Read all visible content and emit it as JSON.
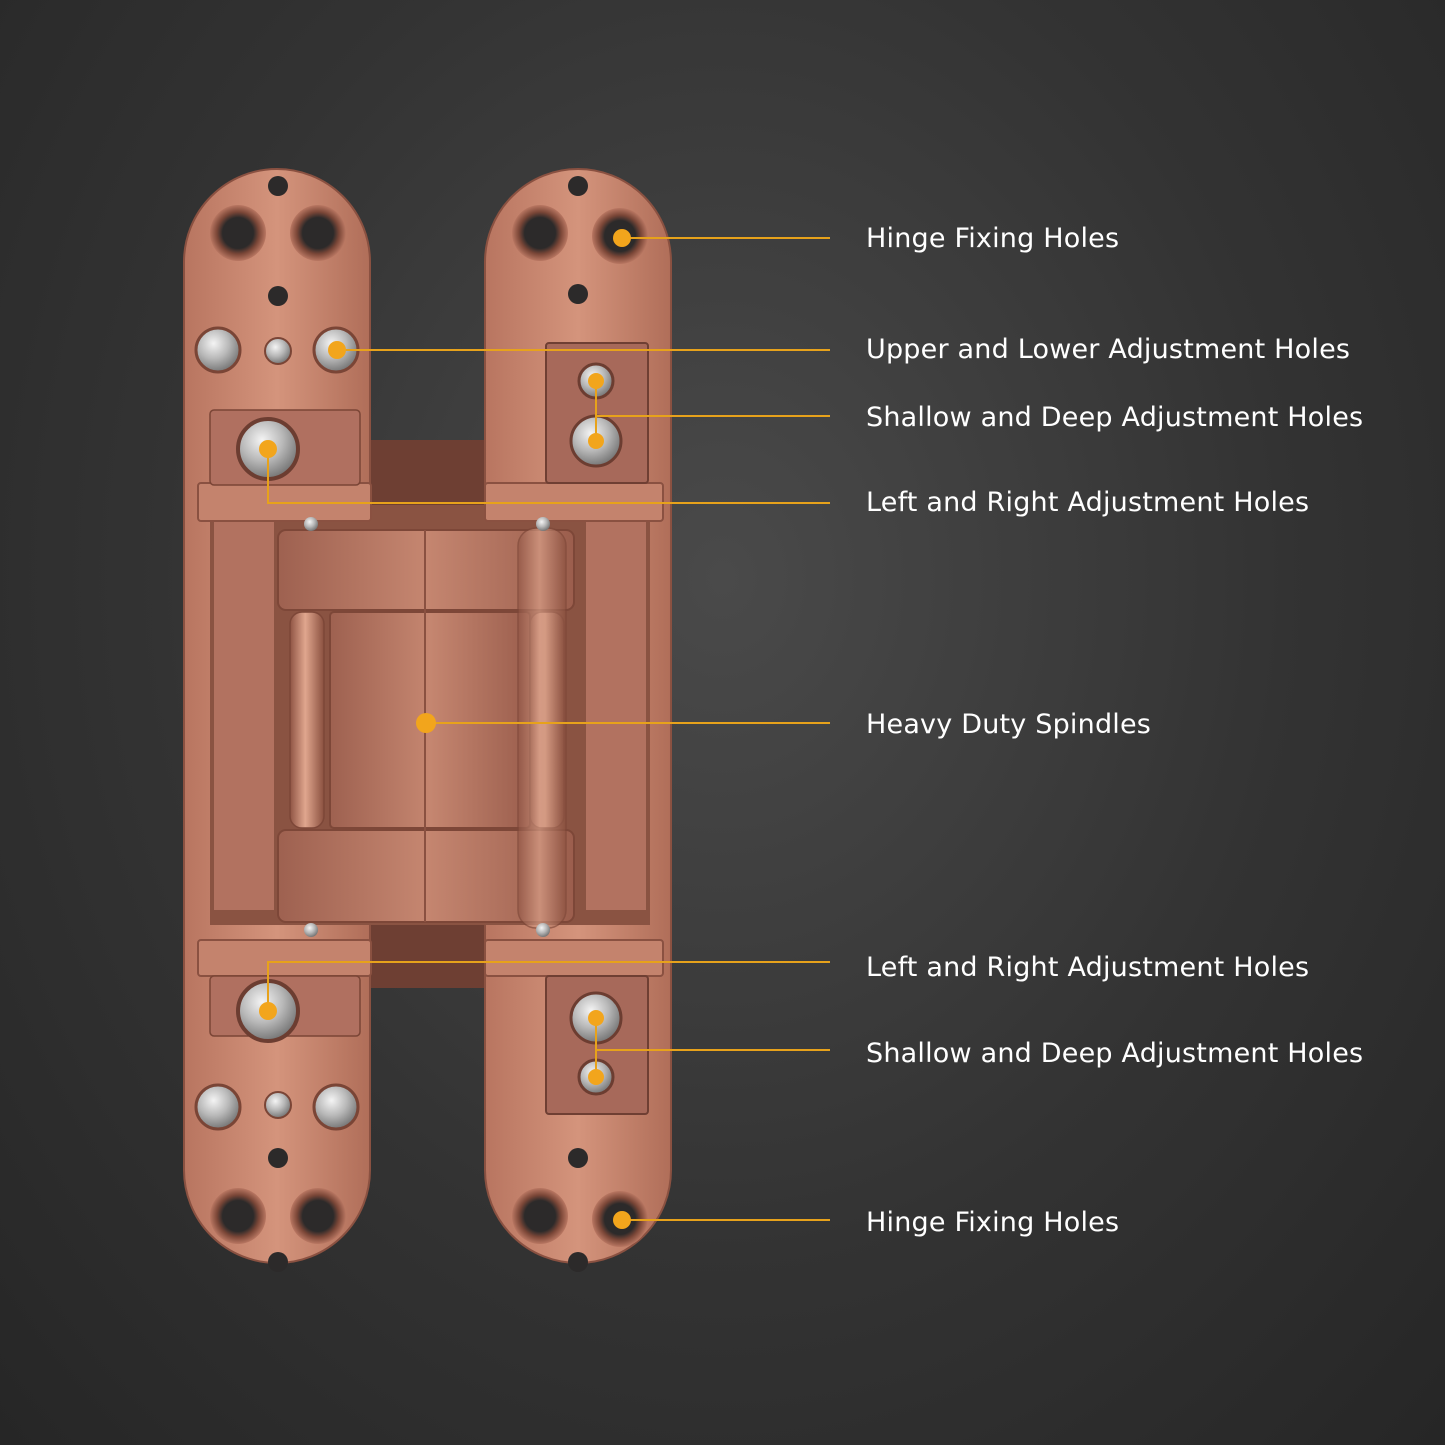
{
  "colors": {
    "background": "#333333",
    "copper": "#c98870",
    "copper_dark": "#8c5140",
    "leader": "#e7a21b",
    "dot": "#f2a51c",
    "label": "#ffffff"
  },
  "callouts": [
    {
      "id": "hinge-fixing-holes-top",
      "label": "Hinge Fixing Holes"
    },
    {
      "id": "upper-lower-adjustment-holes",
      "label": "Upper and Lower Adjustment Holes"
    },
    {
      "id": "shallow-deep-adjustment-holes-top",
      "label": "Shallow and Deep Adjustment Holes"
    },
    {
      "id": "left-right-adjustment-holes-top",
      "label": "Left and Right Adjustment Holes"
    },
    {
      "id": "heavy-duty-spindles",
      "label": "Heavy Duty Spindles"
    },
    {
      "id": "left-right-adjustment-holes-bottom",
      "label": "Left and Right Adjustment Holes"
    },
    {
      "id": "shallow-deep-adjustment-holes-bottom",
      "label": "Shallow and Deep Adjustment Holes"
    },
    {
      "id": "hinge-fixing-holes-bottom",
      "label": "Hinge Fixing Holes"
    }
  ]
}
